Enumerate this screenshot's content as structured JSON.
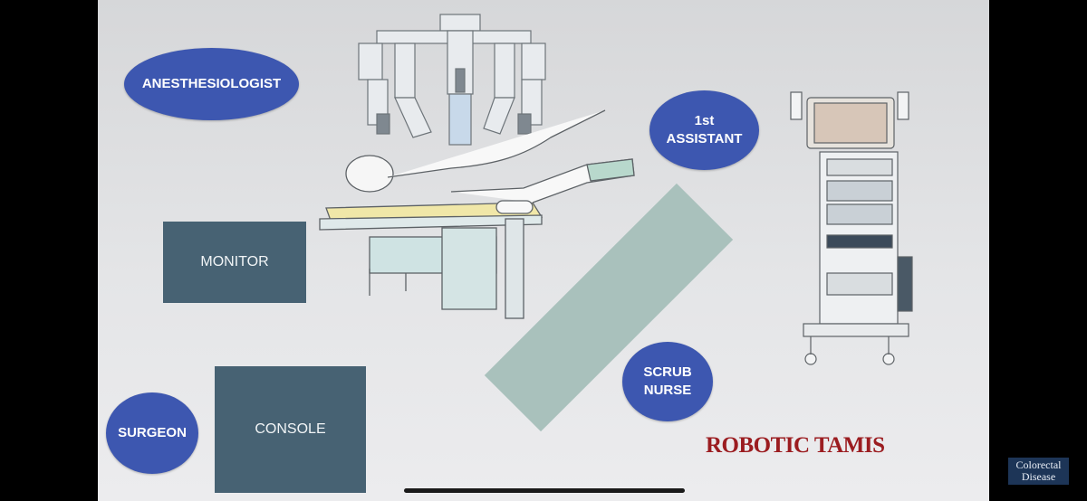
{
  "roles": {
    "anesthesiologist": "ANESTHESIOLOGIST",
    "first_assistant_line1": "1st",
    "first_assistant_line2": "ASSISTANT",
    "scrub_nurse_line1": "SCRUB",
    "scrub_nurse_line2": "NURSE",
    "surgeon": "SURGEON"
  },
  "equipment": {
    "monitor": "MONITOR",
    "console": "CONSOLE"
  },
  "title": "ROBOTIC TAMIS",
  "logo": {
    "line1": "Colorectal",
    "line2": "Disease"
  },
  "colors": {
    "role_oval": "#3d57b0",
    "equipment_box": "#476273",
    "table": "#a9c1bc",
    "title": "#9b1c20"
  },
  "icons": [
    "surgical-robot-icon",
    "patient-on-table-icon",
    "endoscopy-tower-icon"
  ]
}
